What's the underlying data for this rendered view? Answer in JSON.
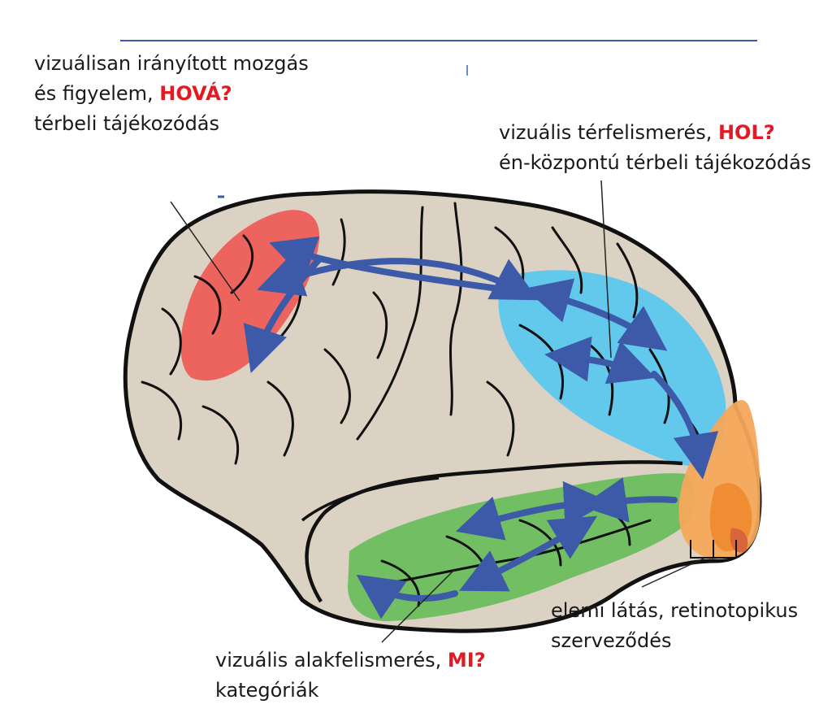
{
  "labels": {
    "where": {
      "line1": "vizuálisan irányított mozgás",
      "line2_prefix": "és figyelem, ",
      "line2_q": "HOVÁ?",
      "line3": "térbeli tájékozódás"
    },
    "hol": {
      "line1_prefix": "vizuális térfelismerés, ",
      "line1_q": "HOL?",
      "line2": "én-központú térbeli tájékozódás"
    },
    "elemi": {
      "line1": "elemi látás, retinotopikus",
      "line2": "szerveződés"
    },
    "mi": {
      "line1_prefix": "vizuális alakfelismerés, ",
      "line1_q": "MI?",
      "line2": "kategóriák"
    }
  },
  "colors": {
    "brain": "#dcd2c3",
    "outline": "#111111",
    "frontal_region": "#ee5a56",
    "parietal_region": "#5bc8ee",
    "temporal_region": "#6cbe5e",
    "occipital_region": "#f4a85a",
    "occipital_inner": "#ef8a2e",
    "arrows": "#3c5aa8",
    "question": "#e01b24",
    "header_rule": "#3c5aa8"
  }
}
